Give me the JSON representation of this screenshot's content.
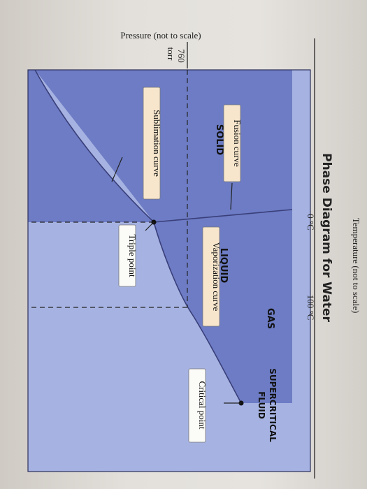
{
  "title": "Phase Diagram for Water",
  "axes": {
    "pressure_label": "Pressure (not to scale)",
    "pressure_value": "760",
    "pressure_unit": "torr",
    "temperature_label": "Temperature (not to scale)",
    "temp_tick_low": "0 °C",
    "temp_tick_high": "100 °C"
  },
  "regions": {
    "solid": "SOLID",
    "liquid": "LIQUID",
    "gas": "GAS",
    "supercritical_line1": "SUPERCRITICAL",
    "supercritical_line2": "FLUID"
  },
  "callouts": {
    "fusion": "Fusion curve",
    "sublimation": "Sublimation curve",
    "vaporization": "Vaporization curve",
    "triple": "Triple point",
    "critical": "Critical point"
  },
  "colors": {
    "dark_region": "#6d7cc4",
    "light_region": "#a6b3e2",
    "callout_fill": "#f7e6cc"
  }
}
